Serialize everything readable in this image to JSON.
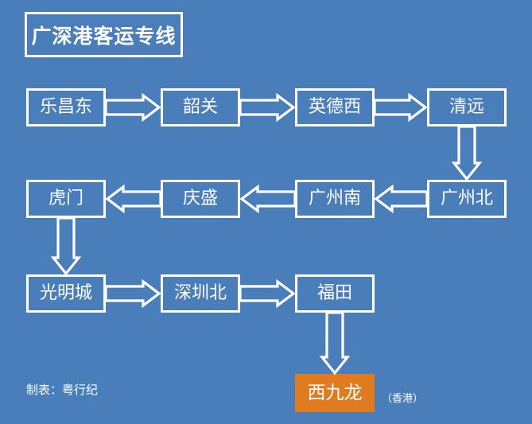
{
  "page": {
    "background_color": "#4a7ebb",
    "line_color": "#ffffff",
    "highlight_color": "#e07b1f"
  },
  "title": {
    "text": "广深港客运专线"
  },
  "credit": {
    "text": "制表：粤行纪"
  },
  "annotations": {
    "hongkong": "（香港）"
  },
  "chart_data": {
    "type": "diagram",
    "title": "广深港客运专线",
    "nodes": [
      {
        "id": "lechangdong",
        "label": "乐昌东",
        "row": 1,
        "highlight": false
      },
      {
        "id": "shaoguan",
        "label": "韶关",
        "row": 1,
        "highlight": false
      },
      {
        "id": "yingdexi",
        "label": "英德西",
        "row": 1,
        "highlight": false
      },
      {
        "id": "qingyuan",
        "label": "清远",
        "row": 1,
        "highlight": false
      },
      {
        "id": "guangzhoubei",
        "label": "广州北",
        "row": 2,
        "highlight": false
      },
      {
        "id": "guangzhounan",
        "label": "广州南",
        "row": 2,
        "highlight": false
      },
      {
        "id": "qingsheng",
        "label": "庆盛",
        "row": 2,
        "highlight": false
      },
      {
        "id": "humen",
        "label": "虎门",
        "row": 2,
        "highlight": false
      },
      {
        "id": "guangmingcheng",
        "label": "光明城",
        "row": 3,
        "highlight": false
      },
      {
        "id": "shenzhenbei",
        "label": "深圳北",
        "row": 3,
        "highlight": false
      },
      {
        "id": "futian",
        "label": "福田",
        "row": 3,
        "highlight": false
      },
      {
        "id": "xijiulong",
        "label": "西九龙",
        "row": 4,
        "highlight": true,
        "note": "（香港）"
      }
    ],
    "edges": [
      {
        "from": "乐昌东",
        "to": "韶关",
        "direction": "right"
      },
      {
        "from": "韶关",
        "to": "英德西",
        "direction": "right"
      },
      {
        "from": "英德西",
        "to": "清远",
        "direction": "right"
      },
      {
        "from": "清远",
        "to": "广州北",
        "direction": "down"
      },
      {
        "from": "广州北",
        "to": "广州南",
        "direction": "left"
      },
      {
        "from": "广州南",
        "to": "庆盛",
        "direction": "left"
      },
      {
        "from": "庆盛",
        "to": "虎门",
        "direction": "left"
      },
      {
        "from": "虎门",
        "to": "光明城",
        "direction": "down"
      },
      {
        "from": "光明城",
        "to": "深圳北",
        "direction": "right"
      },
      {
        "from": "深圳北",
        "to": "福田",
        "direction": "right"
      },
      {
        "from": "福田",
        "to": "西九龙",
        "direction": "down"
      }
    ]
  }
}
